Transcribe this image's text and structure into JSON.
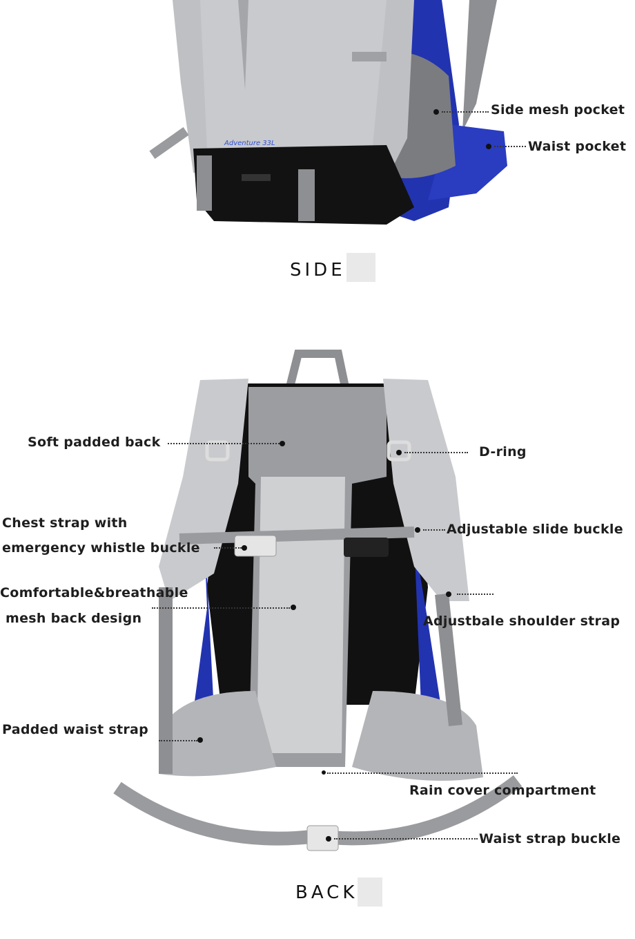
{
  "side_view": {
    "title": "SIDE",
    "bag_logo": "Adventure 33L",
    "labels": {
      "side_mesh_pocket": "Side mesh pocket",
      "waist_pocket": "Waist pocket"
    }
  },
  "back_view": {
    "title": "BACK",
    "labels": {
      "soft_padded_back": "Soft padded back",
      "d_ring": "D-ring",
      "chest_strap_line1": "Chest strap with",
      "chest_strap_line2": "emergency whistle buckle",
      "adjustable_slide_buckle": "Adjustable slide buckle",
      "mesh_back_line1": "Comfortable&breathable",
      "mesh_back_line2": "mesh back design",
      "adjustable_shoulder_strap": "Adjustbale shoulder strap",
      "padded_waist_strap": "Padded waist strap",
      "rain_cover_compartment": "Rain cover compartment",
      "waist_strap_buckle": "Waist strap buckle"
    }
  },
  "colors": {
    "bag_gray": "#b9babd",
    "bag_blue": "#2233b0",
    "bag_black": "#111111",
    "strap_gray": "#8e8f92",
    "label_text": "#1e1e1e"
  }
}
